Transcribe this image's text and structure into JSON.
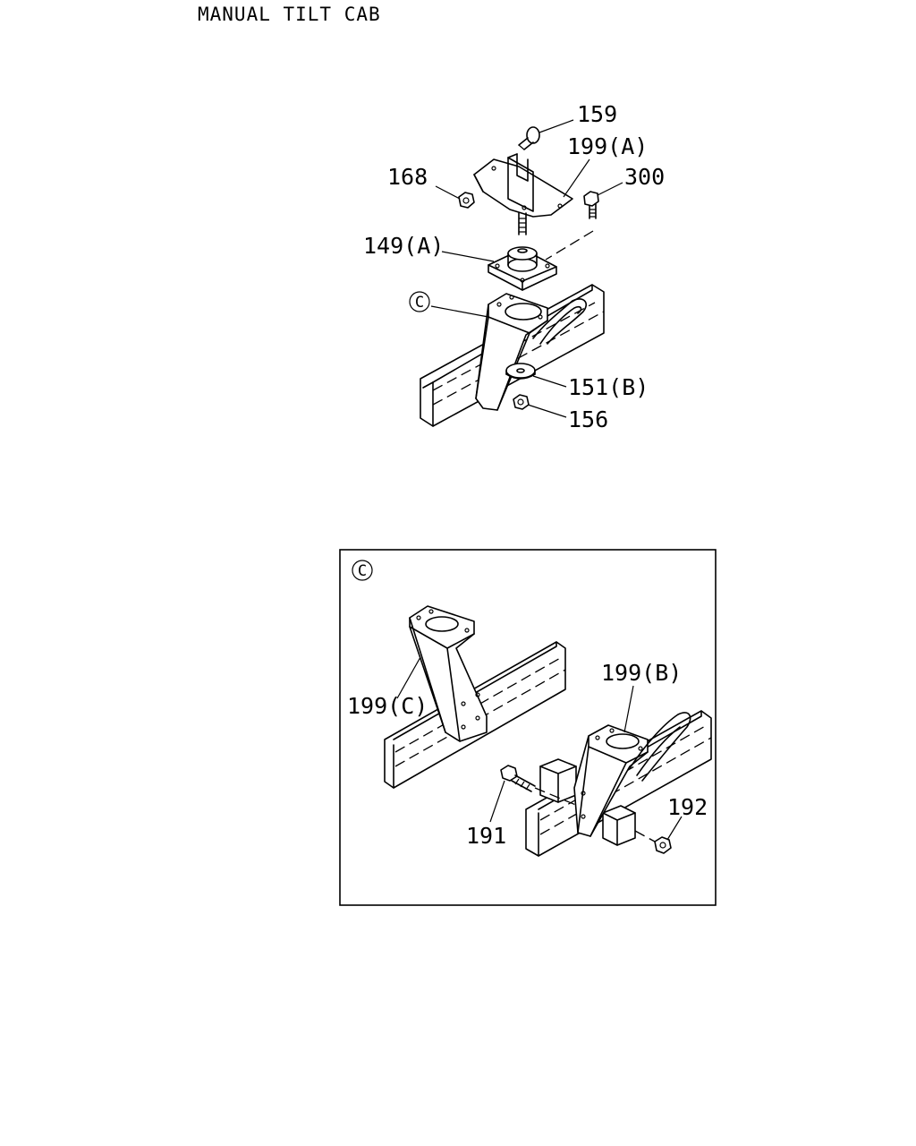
{
  "page": {
    "title": "MANUAL TILT CAB"
  },
  "main_diagram": {
    "callouts": {
      "c159": "159",
      "c199a": "199(A)",
      "c168": "168",
      "c300": "300",
      "c149a": "149(A)",
      "detail_ref": "C",
      "c151b": "151(B)",
      "c156": "156"
    }
  },
  "detail_panel": {
    "id_letter": "C",
    "callouts": {
      "c199c": "199(C)",
      "c199b": "199(B)",
      "c191": "191",
      "c192": "192"
    }
  }
}
